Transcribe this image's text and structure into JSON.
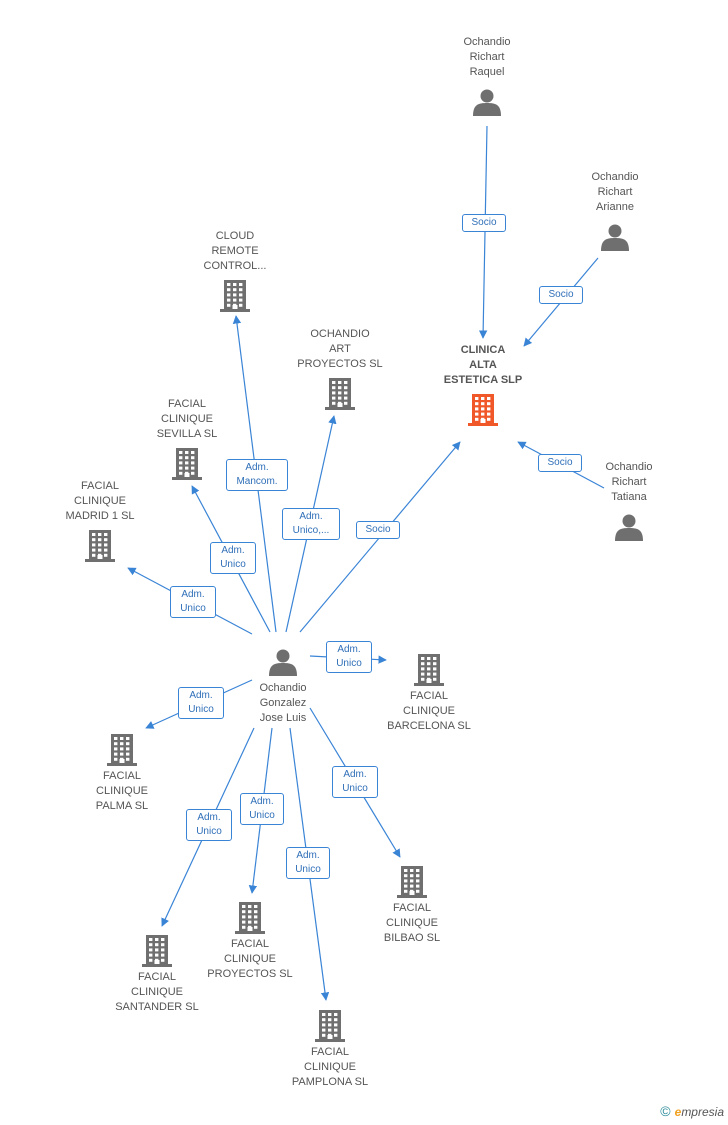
{
  "colors": {
    "edge": "#3a84d6",
    "building": "#6f6f6f",
    "focus_building": "#f0582a",
    "person": "#6f6f6f"
  },
  "nodes": [
    {
      "id": "raquel",
      "label": "Ochandio\nRichart\nRaquel",
      "kind": "person-icon"
    },
    {
      "id": "arianne",
      "label": "Ochandio\nRichart\nArianne",
      "kind": "person-icon"
    },
    {
      "id": "tatiana",
      "label": "Ochandio\nRichart\nTatiana",
      "kind": "person-icon"
    },
    {
      "id": "clinica",
      "label": "CLINICA\nALTA\nESTETICA SLP",
      "kind": "building-icon",
      "focus": true
    },
    {
      "id": "cloud",
      "label": "CLOUD\nREMOTE\nCONTROL...",
      "kind": "building-icon"
    },
    {
      "id": "ochandio_art",
      "label": "OCHANDIO\nART\nPROYECTOS SL",
      "kind": "building-icon"
    },
    {
      "id": "sevilla",
      "label": "FACIAL\nCLINIQUE\nSEVILLA SL",
      "kind": "building-icon"
    },
    {
      "id": "madrid",
      "label": "FACIAL\nCLINIQUE\nMADRID 1 SL",
      "kind": "building-icon"
    },
    {
      "id": "jose",
      "label": "Ochandio\nGonzalez\nJose Luis",
      "kind": "person-icon"
    },
    {
      "id": "barcelona",
      "label": "FACIAL\nCLINIQUE\nBARCELONA SL",
      "kind": "building-icon"
    },
    {
      "id": "palma",
      "label": "FACIAL\nCLINIQUE\nPALMA SL",
      "kind": "building-icon"
    },
    {
      "id": "bilbao",
      "label": "FACIAL\nCLINIQUE\nBILBAO SL",
      "kind": "building-icon"
    },
    {
      "id": "santander",
      "label": "FACIAL\nCLINIQUE\nSANTANDER SL",
      "kind": "building-icon"
    },
    {
      "id": "proyectos",
      "label": "FACIAL\nCLINIQUE\nPROYECTOS  SL",
      "kind": "building-icon"
    },
    {
      "id": "pamplona",
      "label": "FACIAL\nCLINIQUE\nPAMPLONA SL",
      "kind": "building-icon"
    }
  ],
  "edges": [
    {
      "from": "raquel",
      "to": "clinica",
      "label": "Socio"
    },
    {
      "from": "arianne",
      "to": "clinica",
      "label": "Socio"
    },
    {
      "from": "tatiana",
      "to": "clinica",
      "label": "Socio"
    },
    {
      "from": "jose",
      "to": "clinica",
      "label": "Socio"
    },
    {
      "from": "jose",
      "to": "cloud",
      "label": "Adm.\nMancom."
    },
    {
      "from": "jose",
      "to": "ochandio_art",
      "label": "Adm.\nUnico,..."
    },
    {
      "from": "jose",
      "to": "sevilla",
      "label": "Adm.\nUnico"
    },
    {
      "from": "jose",
      "to": "madrid",
      "label": "Adm.\nUnico"
    },
    {
      "from": "jose",
      "to": "barcelona",
      "label": "Adm.\nUnico"
    },
    {
      "from": "jose",
      "to": "palma",
      "label": "Adm.\nUnico"
    },
    {
      "from": "jose",
      "to": "bilbao",
      "label": "Adm.\nUnico"
    },
    {
      "from": "jose",
      "to": "santander",
      "label": "Adm.\nUnico"
    },
    {
      "from": "jose",
      "to": "proyectos",
      "label": "Adm.\nUnico"
    },
    {
      "from": "jose",
      "to": "pamplona",
      "label": "Adm.\nUnico"
    }
  ],
  "footer": {
    "copyright": "©",
    "brand_initial": "e",
    "brand_rest": "mpresia"
  }
}
